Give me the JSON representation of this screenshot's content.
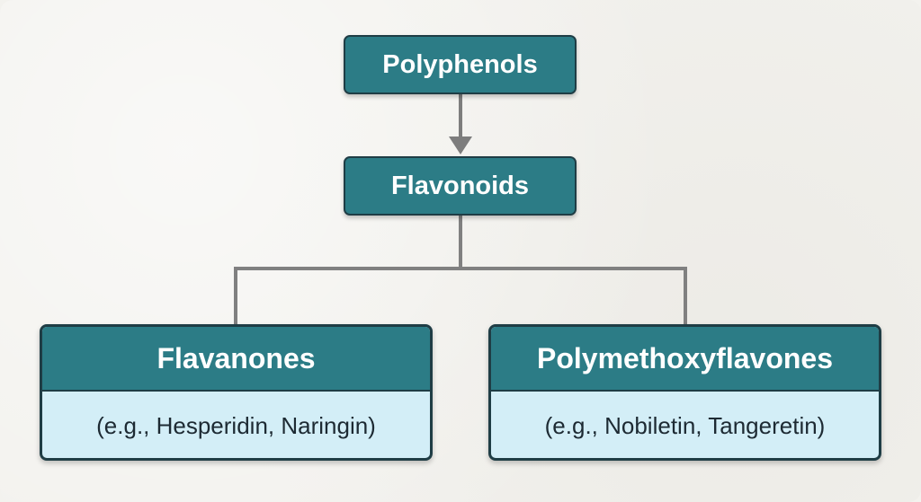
{
  "diagram": {
    "root": {
      "label": "Polyphenols"
    },
    "child": {
      "label": "Flavonoids"
    },
    "branches": [
      {
        "title": "Flavanones",
        "examples": "(e.g., Hesperidin, Naringin)"
      },
      {
        "title": "Polymethoxyflavones",
        "examples": "(e.g., Nobiletin, Tangeretin)"
      }
    ]
  },
  "colors": {
    "node_fill": "#2c7c86",
    "node_border": "#1f3d45",
    "card_body_fill": "#d3eef7",
    "connector": "#808080",
    "background": "#f2f1ed"
  }
}
